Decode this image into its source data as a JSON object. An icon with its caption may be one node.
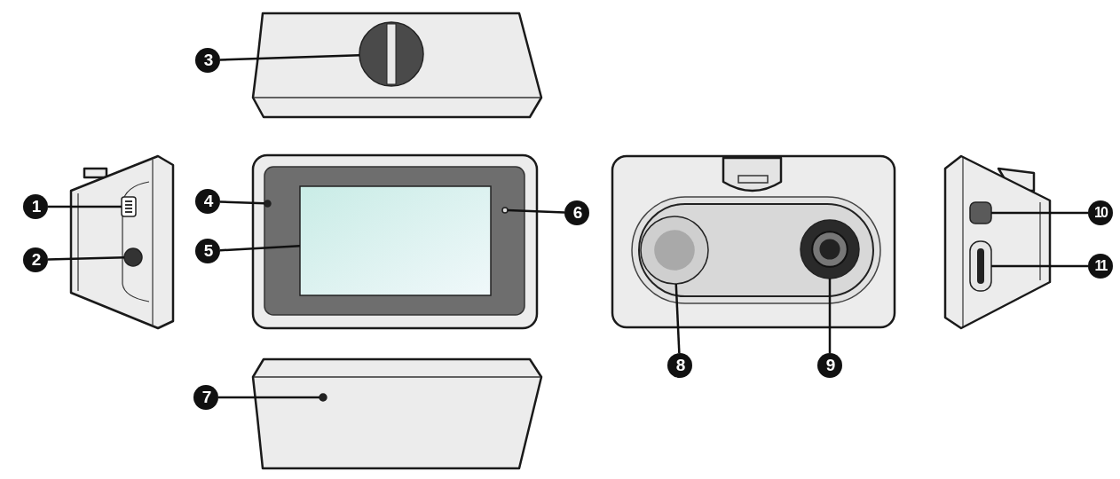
{
  "diagram": {
    "nodes": [
      {
        "text": [
          "1"
        ]
      },
      {
        "text": [
          "2"
        ]
      },
      {
        "text": [
          "3"
        ]
      },
      {
        "text": [
          "4"
        ]
      },
      {
        "text": [
          "5"
        ]
      },
      {
        "text": [
          "6"
        ]
      },
      {
        "text": [
          "7"
        ]
      },
      {
        "text": [
          "8"
        ]
      },
      {
        "text": [
          "9"
        ]
      },
      {
        "text": [
          "10"
        ]
      },
      {
        "text": [
          "11"
        ]
      },
      {
        "text": [],
        "shape": "box"
      },
      {
        "text": [],
        "shape": "circle"
      },
      {
        "text": [],
        "shape": "circle"
      },
      {
        "text": [],
        "shape": "circle"
      },
      {
        "text": [],
        "shape": "box"
      },
      {
        "text": [],
        "shape": "circle"
      },
      {
        "text": [],
        "shape": "circle"
      },
      {
        "text": [],
        "shape": "circle"
      },
      {
        "text": [],
        "shape": "circle"
      },
      {
        "text": [],
        "shape": "box"
      },
      {
        "text": [],
        "shape": "box"
      }
    ],
    "edges": [
      {
        "from": 0,
        "to": 11,
        "arrow": "none"
      },
      {
        "from": 1,
        "to": 12,
        "arrow": "none"
      },
      {
        "from": 2,
        "to": 13,
        "arrow": "none"
      },
      {
        "from": 3,
        "to": 14,
        "arrow": "none"
      },
      {
        "from": 4,
        "to": 15,
        "arrow": "none"
      },
      {
        "from": 5,
        "to": 16,
        "arrow": "none"
      },
      {
        "from": 6,
        "to": 17,
        "arrow": "none"
      },
      {
        "from": 7,
        "to": 18,
        "arrow": "none"
      },
      {
        "from": 8,
        "to": 19,
        "arrow": "none"
      },
      {
        "from": 9,
        "to": 20,
        "arrow": "none"
      },
      {
        "from": 10,
        "to": 21,
        "arrow": "none"
      }
    ]
  }
}
